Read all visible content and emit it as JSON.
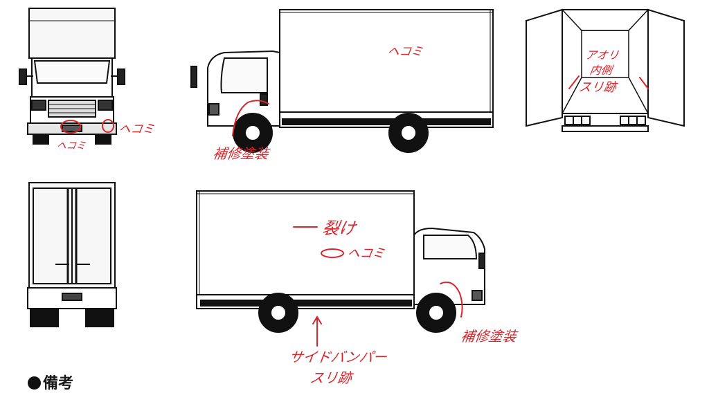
{
  "annotations": {
    "front_bumper_right": "ヘコミ",
    "front_bumper_left": "ヘコミ",
    "top_side_panel": "ヘコミ",
    "top_side_repair": "補修塗装",
    "rear_inner_line1": "アオリ",
    "rear_inner_line2": "内側",
    "rear_inner_line3": "スリ跡",
    "bottom_side_crack": "裂け",
    "bottom_side_dent": "ヘコミ",
    "bottom_side_repair": "補修塗装",
    "side_bumper_line1": "サイドバンパー",
    "side_bumper_line2": "スリ跡"
  },
  "remarks": {
    "label": "備考"
  },
  "colors": {
    "ink": "#111111",
    "annotation": "#d8262c"
  },
  "icons": {
    "remarks_bullet": "black-circle"
  }
}
